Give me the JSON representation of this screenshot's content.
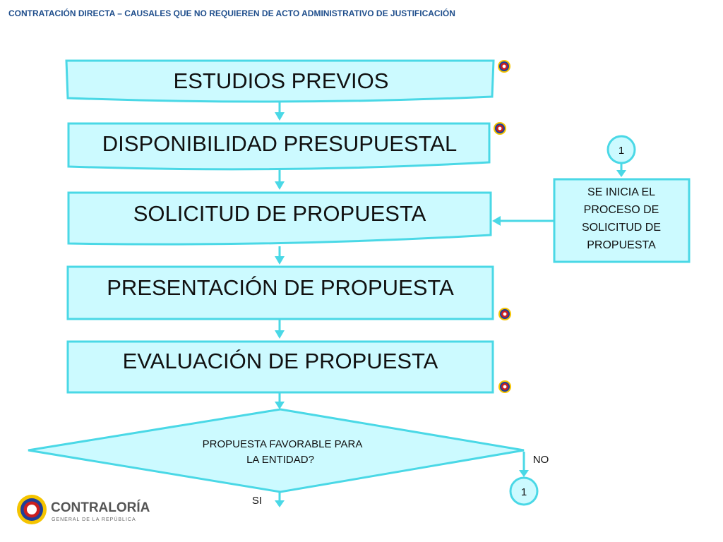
{
  "header": {
    "title": "CONTRATACIÓN DIRECTA – CAUSALES QUE NO REQUIEREN DE ACTO ADMINISTRATIVO DE JUSTIFICACIÓN"
  },
  "steps": [
    {
      "label": "ESTUDIOS PREVIOS"
    },
    {
      "label": "DISPONIBILIDAD PRESUPUESTAL"
    },
    {
      "label": "SOLICITUD DE PROPUESTA"
    },
    {
      "label": "PRESENTACIÓN DE PROPUESTA"
    },
    {
      "label": "EVALUACIÓN DE PROPUESTA"
    }
  ],
  "decision": {
    "line1": "PROPUESTA FAVORABLE PARA",
    "line2": "LA ENTIDAD?",
    "yes": "SI",
    "no": "NO"
  },
  "side_box": {
    "lines": [
      "SE INICIA EL",
      "PROCESO DE",
      "SOLICITUD DE",
      "PROPUESTA"
    ]
  },
  "connectors": {
    "top": "1",
    "bottom": "1"
  },
  "logo": {
    "name": "CONTRALORÍA",
    "subtitle": "GENERAL DE LA REPÚBLICA"
  },
  "colors": {
    "box_fill": "#ccfaff",
    "box_border": "#4ad8e6",
    "arrow": "#4ad8e6",
    "header_text": "#1f4e8c",
    "marker_yellow": "#f5c400",
    "marker_blue": "#1f3f99",
    "marker_red": "#cc1e1e"
  }
}
